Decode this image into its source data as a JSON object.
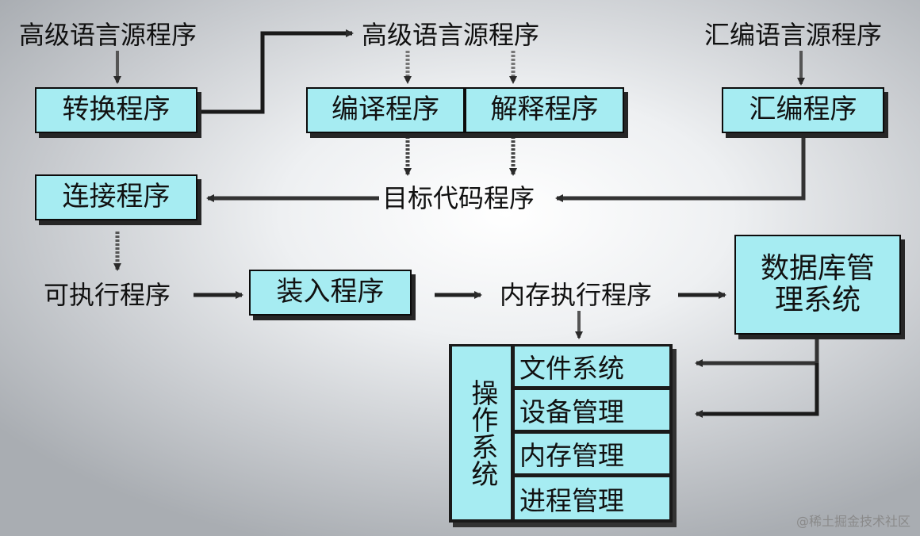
{
  "labels": {
    "top_src_left": "高级语言源程序",
    "top_src_mid": "高级语言源程序",
    "top_src_right": "汇编语言源程序",
    "target_code": "目标代码程序",
    "executable": "可执行程序",
    "memory_exec": "内存执行程序"
  },
  "boxes": {
    "convert": "转换程序",
    "compile": "编译程序",
    "interpret": "解释程序",
    "assemble": "汇编程序",
    "link": "连接程序",
    "load": "装入程序",
    "dbms": "数据库管\n理系统"
  },
  "os": {
    "title": "操作系统",
    "items": [
      "文件系统",
      "设备管理",
      "内存管理",
      "进程管理"
    ]
  },
  "watermark": "@稀土掘金技术社区",
  "colors": {
    "box_fill": "#a6ecf2",
    "border": "#0c0c0c",
    "arrow": "#2a2a2a"
  }
}
